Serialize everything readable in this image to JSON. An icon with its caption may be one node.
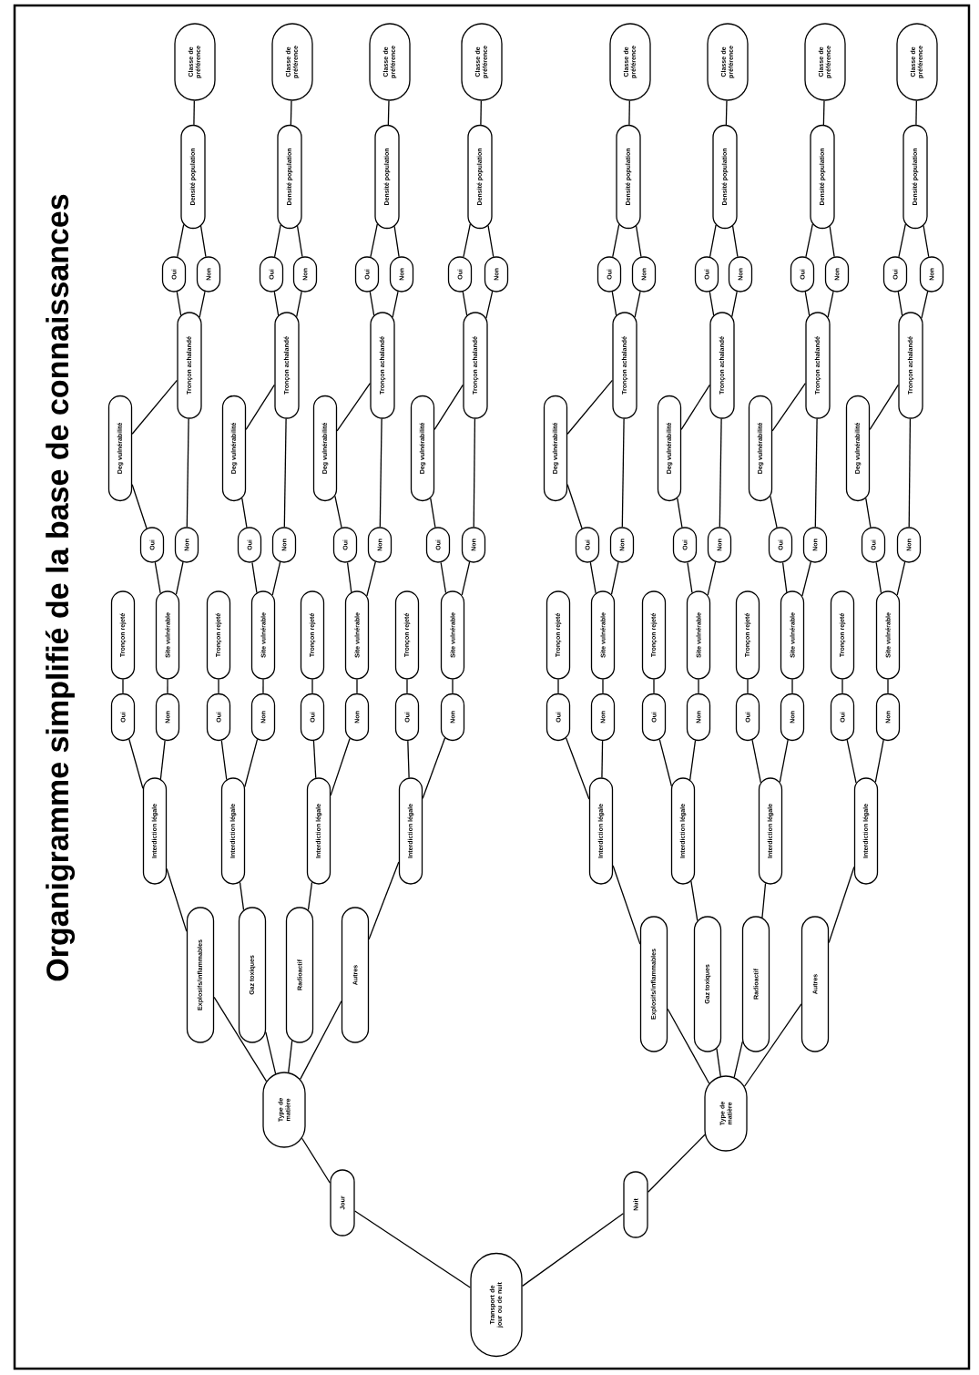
{
  "diagram": {
    "title": "Organigramme simplifié de la base de connaissances",
    "nodes": [
      {
        "text": [
          "Transport de jour ou de nuit"
        ]
      },
      {
        "text": [
          "Jour"
        ]
      },
      {
        "text": [
          "Type de matière"
        ]
      },
      {
        "text": [
          "Explosifs/inflammables"
        ]
      },
      {
        "text": [
          "Interdiction légale"
        ]
      },
      {
        "text": [
          "Oui"
        ]
      },
      {
        "text": [
          "Non"
        ]
      },
      {
        "text": [
          "Tronçon rejeté"
        ]
      },
      {
        "text": [
          "Site vulnérable"
        ]
      },
      {
        "text": [
          "Oui"
        ]
      },
      {
        "text": [
          "Non"
        ]
      },
      {
        "text": [
          "Deg vulnérabilité"
        ]
      },
      {
        "text": [
          "Tronçon achalandé"
        ]
      },
      {
        "text": [
          "Oui"
        ]
      },
      {
        "text": [
          "Non"
        ]
      },
      {
        "text": [
          "Densité population"
        ]
      },
      {
        "text": [
          "Classe de préférence"
        ]
      },
      {
        "text": [
          "Gaz toxiques"
        ]
      },
      {
        "text": [
          "Interdiction légale"
        ]
      },
      {
        "text": [
          "Oui"
        ]
      },
      {
        "text": [
          "Non"
        ]
      },
      {
        "text": [
          "Tronçon rejeté"
        ]
      },
      {
        "text": [
          "Site vulnérable"
        ]
      },
      {
        "text": [
          "Oui"
        ]
      },
      {
        "text": [
          "Non"
        ]
      },
      {
        "text": [
          "Deg vulnérabilité"
        ]
      },
      {
        "text": [
          "Tronçon achalandé"
        ]
      },
      {
        "text": [
          "Oui"
        ]
      },
      {
        "text": [
          "Non"
        ]
      },
      {
        "text": [
          "Densité population"
        ]
      },
      {
        "text": [
          "Classe de préférence"
        ]
      },
      {
        "text": [
          "Radioactif"
        ]
      },
      {
        "text": [
          "Interdiction légale"
        ]
      },
      {
        "text": [
          "Oui"
        ]
      },
      {
        "text": [
          "Non"
        ]
      },
      {
        "text": [
          "Tronçon rejeté"
        ]
      },
      {
        "text": [
          "Site vulnérable"
        ]
      },
      {
        "text": [
          "Oui"
        ]
      },
      {
        "text": [
          "Non"
        ]
      },
      {
        "text": [
          "Deg vulnérabilité"
        ]
      },
      {
        "text": [
          "Tronçon achalandé"
        ]
      },
      {
        "text": [
          "Oui"
        ]
      },
      {
        "text": [
          "Non"
        ]
      },
      {
        "text": [
          "Densité population"
        ]
      },
      {
        "text": [
          "Classe de préférence"
        ]
      },
      {
        "text": [
          "Autres"
        ]
      },
      {
        "text": [
          "Interdiction légale"
        ]
      },
      {
        "text": [
          "Oui"
        ]
      },
      {
        "text": [
          "Non"
        ]
      },
      {
        "text": [
          "Tronçon rejeté"
        ]
      },
      {
        "text": [
          "Site vulnérable"
        ]
      },
      {
        "text": [
          "Oui"
        ]
      },
      {
        "text": [
          "Non"
        ]
      },
      {
        "text": [
          "Deg vulnérabilité"
        ]
      },
      {
        "text": [
          "Tronçon achalandé"
        ]
      },
      {
        "text": [
          "Oui"
        ]
      },
      {
        "text": [
          "Non"
        ]
      },
      {
        "text": [
          "Densité population"
        ]
      },
      {
        "text": [
          "Classe de préférence"
        ]
      },
      {
        "text": [
          "Nuit"
        ]
      },
      {
        "text": [
          "Type de matière"
        ]
      },
      {
        "text": [
          "Explosifs/inflammables"
        ]
      },
      {
        "text": [
          "Interdiction légale"
        ]
      },
      {
        "text": [
          "Oui"
        ]
      },
      {
        "text": [
          "Non"
        ]
      },
      {
        "text": [
          "Tronçon rejeté"
        ]
      },
      {
        "text": [
          "Site vulnérable"
        ]
      },
      {
        "text": [
          "Oui"
        ]
      },
      {
        "text": [
          "Non"
        ]
      },
      {
        "text": [
          "Deg vulnérabilité"
        ]
      },
      {
        "text": [
          "Tronçon achalandé"
        ]
      },
      {
        "text": [
          "Oui"
        ]
      },
      {
        "text": [
          "Non"
        ]
      },
      {
        "text": [
          "Densité population"
        ]
      },
      {
        "text": [
          "Classe de préférence"
        ]
      },
      {
        "text": [
          "Gaz toxiques"
        ]
      },
      {
        "text": [
          "Interdiction légale"
        ]
      },
      {
        "text": [
          "Oui"
        ]
      },
      {
        "text": [
          "Non"
        ]
      },
      {
        "text": [
          "Tronçon rejeté"
        ]
      },
      {
        "text": [
          "Site vulnérable"
        ]
      },
      {
        "text": [
          "Oui"
        ]
      },
      {
        "text": [
          "Non"
        ]
      },
      {
        "text": [
          "Deg vulnérabilité"
        ]
      },
      {
        "text": [
          "Tronçon achalandé"
        ]
      },
      {
        "text": [
          "Oui"
        ]
      },
      {
        "text": [
          "Non"
        ]
      },
      {
        "text": [
          "Densité population"
        ]
      },
      {
        "text": [
          "Classe de préférence"
        ]
      },
      {
        "text": [
          "Radioactif"
        ]
      },
      {
        "text": [
          "Interdiction légale"
        ]
      },
      {
        "text": [
          "Oui"
        ]
      },
      {
        "text": [
          "Non"
        ]
      },
      {
        "text": [
          "Tronçon rejeté"
        ]
      },
      {
        "text": [
          "Site vulnérable"
        ]
      },
      {
        "text": [
          "Oui"
        ]
      },
      {
        "text": [
          "Non"
        ]
      },
      {
        "text": [
          "Deg vulnérabilité"
        ]
      },
      {
        "text": [
          "Tronçon achalandé"
        ]
      },
      {
        "text": [
          "Oui"
        ]
      },
      {
        "text": [
          "Non"
        ]
      },
      {
        "text": [
          "Densité population"
        ]
      },
      {
        "text": [
          "Classe de préférence"
        ]
      },
      {
        "text": [
          "Autres"
        ]
      },
      {
        "text": [
          "Interdiction légale"
        ]
      },
      {
        "text": [
          "Oui"
        ]
      },
      {
        "text": [
          "Non"
        ]
      },
      {
        "text": [
          "Tronçon rejeté"
        ]
      },
      {
        "text": [
          "Site vulnérable"
        ]
      },
      {
        "text": [
          "Oui"
        ]
      },
      {
        "text": [
          "Non"
        ]
      },
      {
        "text": [
          "Deg vulnérabilité"
        ]
      },
      {
        "text": [
          "Tronçon achalandé"
        ]
      },
      {
        "text": [
          "Oui"
        ]
      },
      {
        "text": [
          "Non"
        ]
      },
      {
        "text": [
          "Densité population"
        ]
      },
      {
        "text": [
          "Classe de préférence"
        ]
      }
    ],
    "edges": [
      {
        "from": 0,
        "to": 1,
        "arrow": "none"
      },
      {
        "from": 1,
        "to": 2,
        "arrow": "none"
      },
      {
        "from": 2,
        "to": 3,
        "arrow": "none"
      },
      {
        "from": 2,
        "to": 17,
        "arrow": "none"
      },
      {
        "from": 2,
        "to": 31,
        "arrow": "none"
      },
      {
        "from": 2,
        "to": 45,
        "arrow": "none"
      },
      {
        "from": 3,
        "to": 4,
        "arrow": "none"
      },
      {
        "from": 4,
        "to": 5,
        "arrow": "none"
      },
      {
        "from": 4,
        "to": 6,
        "arrow": "none"
      },
      {
        "from": 5,
        "to": 7,
        "arrow": "none"
      },
      {
        "from": 6,
        "to": 8,
        "arrow": "none"
      },
      {
        "from": 8,
        "to": 9,
        "arrow": "none"
      },
      {
        "from": 8,
        "to": 10,
        "arrow": "none"
      },
      {
        "from": 9,
        "to": 11,
        "arrow": "none"
      },
      {
        "from": 11,
        "to": 12,
        "arrow": "none"
      },
      {
        "from": 10,
        "to": 12,
        "arrow": "none"
      },
      {
        "from": 12,
        "to": 13,
        "arrow": "none"
      },
      {
        "from": 12,
        "to": 14,
        "arrow": "none"
      },
      {
        "from": 13,
        "to": 15,
        "arrow": "none"
      },
      {
        "from": 14,
        "to": 15,
        "arrow": "none"
      },
      {
        "from": 15,
        "to": 16,
        "arrow": "none"
      },
      {
        "from": 17,
        "to": 18,
        "arrow": "none"
      },
      {
        "from": 18,
        "to": 19,
        "arrow": "none"
      },
      {
        "from": 18,
        "to": 20,
        "arrow": "none"
      },
      {
        "from": 19,
        "to": 21,
        "arrow": "none"
      },
      {
        "from": 20,
        "to": 22,
        "arrow": "none"
      },
      {
        "from": 22,
        "to": 23,
        "arrow": "none"
      },
      {
        "from": 22,
        "to": 24,
        "arrow": "none"
      },
      {
        "from": 23,
        "to": 25,
        "arrow": "none"
      },
      {
        "from": 25,
        "to": 26,
        "arrow": "none"
      },
      {
        "from": 24,
        "to": 26,
        "arrow": "none"
      },
      {
        "from": 26,
        "to": 27,
        "arrow": "none"
      },
      {
        "from": 26,
        "to": 28,
        "arrow": "none"
      },
      {
        "from": 27,
        "to": 29,
        "arrow": "none"
      },
      {
        "from": 28,
        "to": 29,
        "arrow": "none"
      },
      {
        "from": 29,
        "to": 30,
        "arrow": "none"
      },
      {
        "from": 31,
        "to": 32,
        "arrow": "none"
      },
      {
        "from": 32,
        "to": 33,
        "arrow": "none"
      },
      {
        "from": 32,
        "to": 34,
        "arrow": "none"
      },
      {
        "from": 33,
        "to": 35,
        "arrow": "none"
      },
      {
        "from": 34,
        "to": 36,
        "arrow": "none"
      },
      {
        "from": 36,
        "to": 37,
        "arrow": "none"
      },
      {
        "from": 36,
        "to": 38,
        "arrow": "none"
      },
      {
        "from": 37,
        "to": 39,
        "arrow": "none"
      },
      {
        "from": 39,
        "to": 40,
        "arrow": "none"
      },
      {
        "from": 38,
        "to": 40,
        "arrow": "none"
      },
      {
        "from": 40,
        "to": 41,
        "arrow": "none"
      },
      {
        "from": 40,
        "to": 42,
        "arrow": "none"
      },
      {
        "from": 41,
        "to": 43,
        "arrow": "none"
      },
      {
        "from": 42,
        "to": 43,
        "arrow": "none"
      },
      {
        "from": 43,
        "to": 44,
        "arrow": "none"
      },
      {
        "from": 45,
        "to": 46,
        "arrow": "none"
      },
      {
        "from": 46,
        "to": 47,
        "arrow": "none"
      },
      {
        "from": 46,
        "to": 48,
        "arrow": "none"
      },
      {
        "from": 47,
        "to": 49,
        "arrow": "none"
      },
      {
        "from": 48,
        "to": 50,
        "arrow": "none"
      },
      {
        "from": 50,
        "to": 51,
        "arrow": "none"
      },
      {
        "from": 50,
        "to": 52,
        "arrow": "none"
      },
      {
        "from": 51,
        "to": 53,
        "arrow": "none"
      },
      {
        "from": 53,
        "to": 54,
        "arrow": "none"
      },
      {
        "from": 52,
        "to": 54,
        "arrow": "none"
      },
      {
        "from": 54,
        "to": 55,
        "arrow": "none"
      },
      {
        "from": 54,
        "to": 56,
        "arrow": "none"
      },
      {
        "from": 55,
        "to": 57,
        "arrow": "none"
      },
      {
        "from": 56,
        "to": 57,
        "arrow": "none"
      },
      {
        "from": 57,
        "to": 58,
        "arrow": "none"
      },
      {
        "from": 0,
        "to": 59,
        "arrow": "none"
      },
      {
        "from": 59,
        "to": 60,
        "arrow": "none"
      },
      {
        "from": 60,
        "to": 61,
        "arrow": "none"
      },
      {
        "from": 60,
        "to": 75,
        "arrow": "none"
      },
      {
        "from": 60,
        "to": 89,
        "arrow": "none"
      },
      {
        "from": 60,
        "to": 103,
        "arrow": "none"
      },
      {
        "from": 61,
        "to": 62,
        "arrow": "none"
      },
      {
        "from": 62,
        "to": 63,
        "arrow": "none"
      },
      {
        "from": 62,
        "to": 64,
        "arrow": "none"
      },
      {
        "from": 63,
        "to": 65,
        "arrow": "none"
      },
      {
        "from": 64,
        "to": 66,
        "arrow": "none"
      },
      {
        "from": 66,
        "to": 67,
        "arrow": "none"
      },
      {
        "from": 66,
        "to": 68,
        "arrow": "none"
      },
      {
        "from": 67,
        "to": 69,
        "arrow": "none"
      },
      {
        "from": 69,
        "to": 70,
        "arrow": "none"
      },
      {
        "from": 68,
        "to": 70,
        "arrow": "none"
      },
      {
        "from": 70,
        "to": 71,
        "arrow": "none"
      },
      {
        "from": 70,
        "to": 72,
        "arrow": "none"
      },
      {
        "from": 71,
        "to": 73,
        "arrow": "none"
      },
      {
        "from": 72,
        "to": 73,
        "arrow": "none"
      },
      {
        "from": 73,
        "to": 74,
        "arrow": "none"
      },
      {
        "from": 75,
        "to": 76,
        "arrow": "none"
      },
      {
        "from": 76,
        "to": 77,
        "arrow": "none"
      },
      {
        "from": 76,
        "to": 78,
        "arrow": "none"
      },
      {
        "from": 77,
        "to": 79,
        "arrow": "none"
      },
      {
        "from": 78,
        "to": 80,
        "arrow": "none"
      },
      {
        "from": 80,
        "to": 81,
        "arrow": "none"
      },
      {
        "from": 80,
        "to": 82,
        "arrow": "none"
      },
      {
        "from": 81,
        "to": 83,
        "arrow": "none"
      },
      {
        "from": 83,
        "to": 84,
        "arrow": "none"
      },
      {
        "from": 82,
        "to": 84,
        "arrow": "none"
      },
      {
        "from": 84,
        "to": 85,
        "arrow": "none"
      },
      {
        "from": 84,
        "to": 86,
        "arrow": "none"
      },
      {
        "from": 85,
        "to": 87,
        "arrow": "none"
      },
      {
        "from": 86,
        "to": 87,
        "arrow": "none"
      },
      {
        "from": 87,
        "to": 88,
        "arrow": "none"
      },
      {
        "from": 89,
        "to": 90,
        "arrow": "none"
      },
      {
        "from": 90,
        "to": 91,
        "arrow": "none"
      },
      {
        "from": 90,
        "to": 92,
        "arrow": "none"
      },
      {
        "from": 91,
        "to": 93,
        "arrow": "none"
      },
      {
        "from": 92,
        "to": 94,
        "arrow": "none"
      },
      {
        "from": 94,
        "to": 95,
        "arrow": "none"
      },
      {
        "from": 94,
        "to": 96,
        "arrow": "none"
      },
      {
        "from": 95,
        "to": 97,
        "arrow": "none"
      },
      {
        "from": 97,
        "to": 98,
        "arrow": "none"
      },
      {
        "from": 96,
        "to": 98,
        "arrow": "none"
      },
      {
        "from": 98,
        "to": 99,
        "arrow": "none"
      },
      {
        "from": 98,
        "to": 100,
        "arrow": "none"
      },
      {
        "from": 99,
        "to": 101,
        "arrow": "none"
      },
      {
        "from": 100,
        "to": 101,
        "arrow": "none"
      },
      {
        "from": 101,
        "to": 102,
        "arrow": "none"
      },
      {
        "from": 103,
        "to": 104,
        "arrow": "none"
      },
      {
        "from": 104,
        "to": 105,
        "arrow": "none"
      },
      {
        "from": 104,
        "to": 106,
        "arrow": "none"
      },
      {
        "from": 105,
        "to": 107,
        "arrow": "none"
      },
      {
        "from": 106,
        "to": 108,
        "arrow": "none"
      },
      {
        "from": 108,
        "to": 109,
        "arrow": "none"
      },
      {
        "from": 108,
        "to": 110,
        "arrow": "none"
      },
      {
        "from": 109,
        "to": 111,
        "arrow": "none"
      },
      {
        "from": 111,
        "to": 112,
        "arrow": "none"
      },
      {
        "from": 110,
        "to": 112,
        "arrow": "none"
      },
      {
        "from": 112,
        "to": 113,
        "arrow": "none"
      },
      {
        "from": 112,
        "to": 114,
        "arrow": "none"
      },
      {
        "from": 113,
        "to": 115,
        "arrow": "none"
      },
      {
        "from": 114,
        "to": 115,
        "arrow": "none"
      },
      {
        "from": 115,
        "to": 116,
        "arrow": "none"
      }
    ]
  }
}
